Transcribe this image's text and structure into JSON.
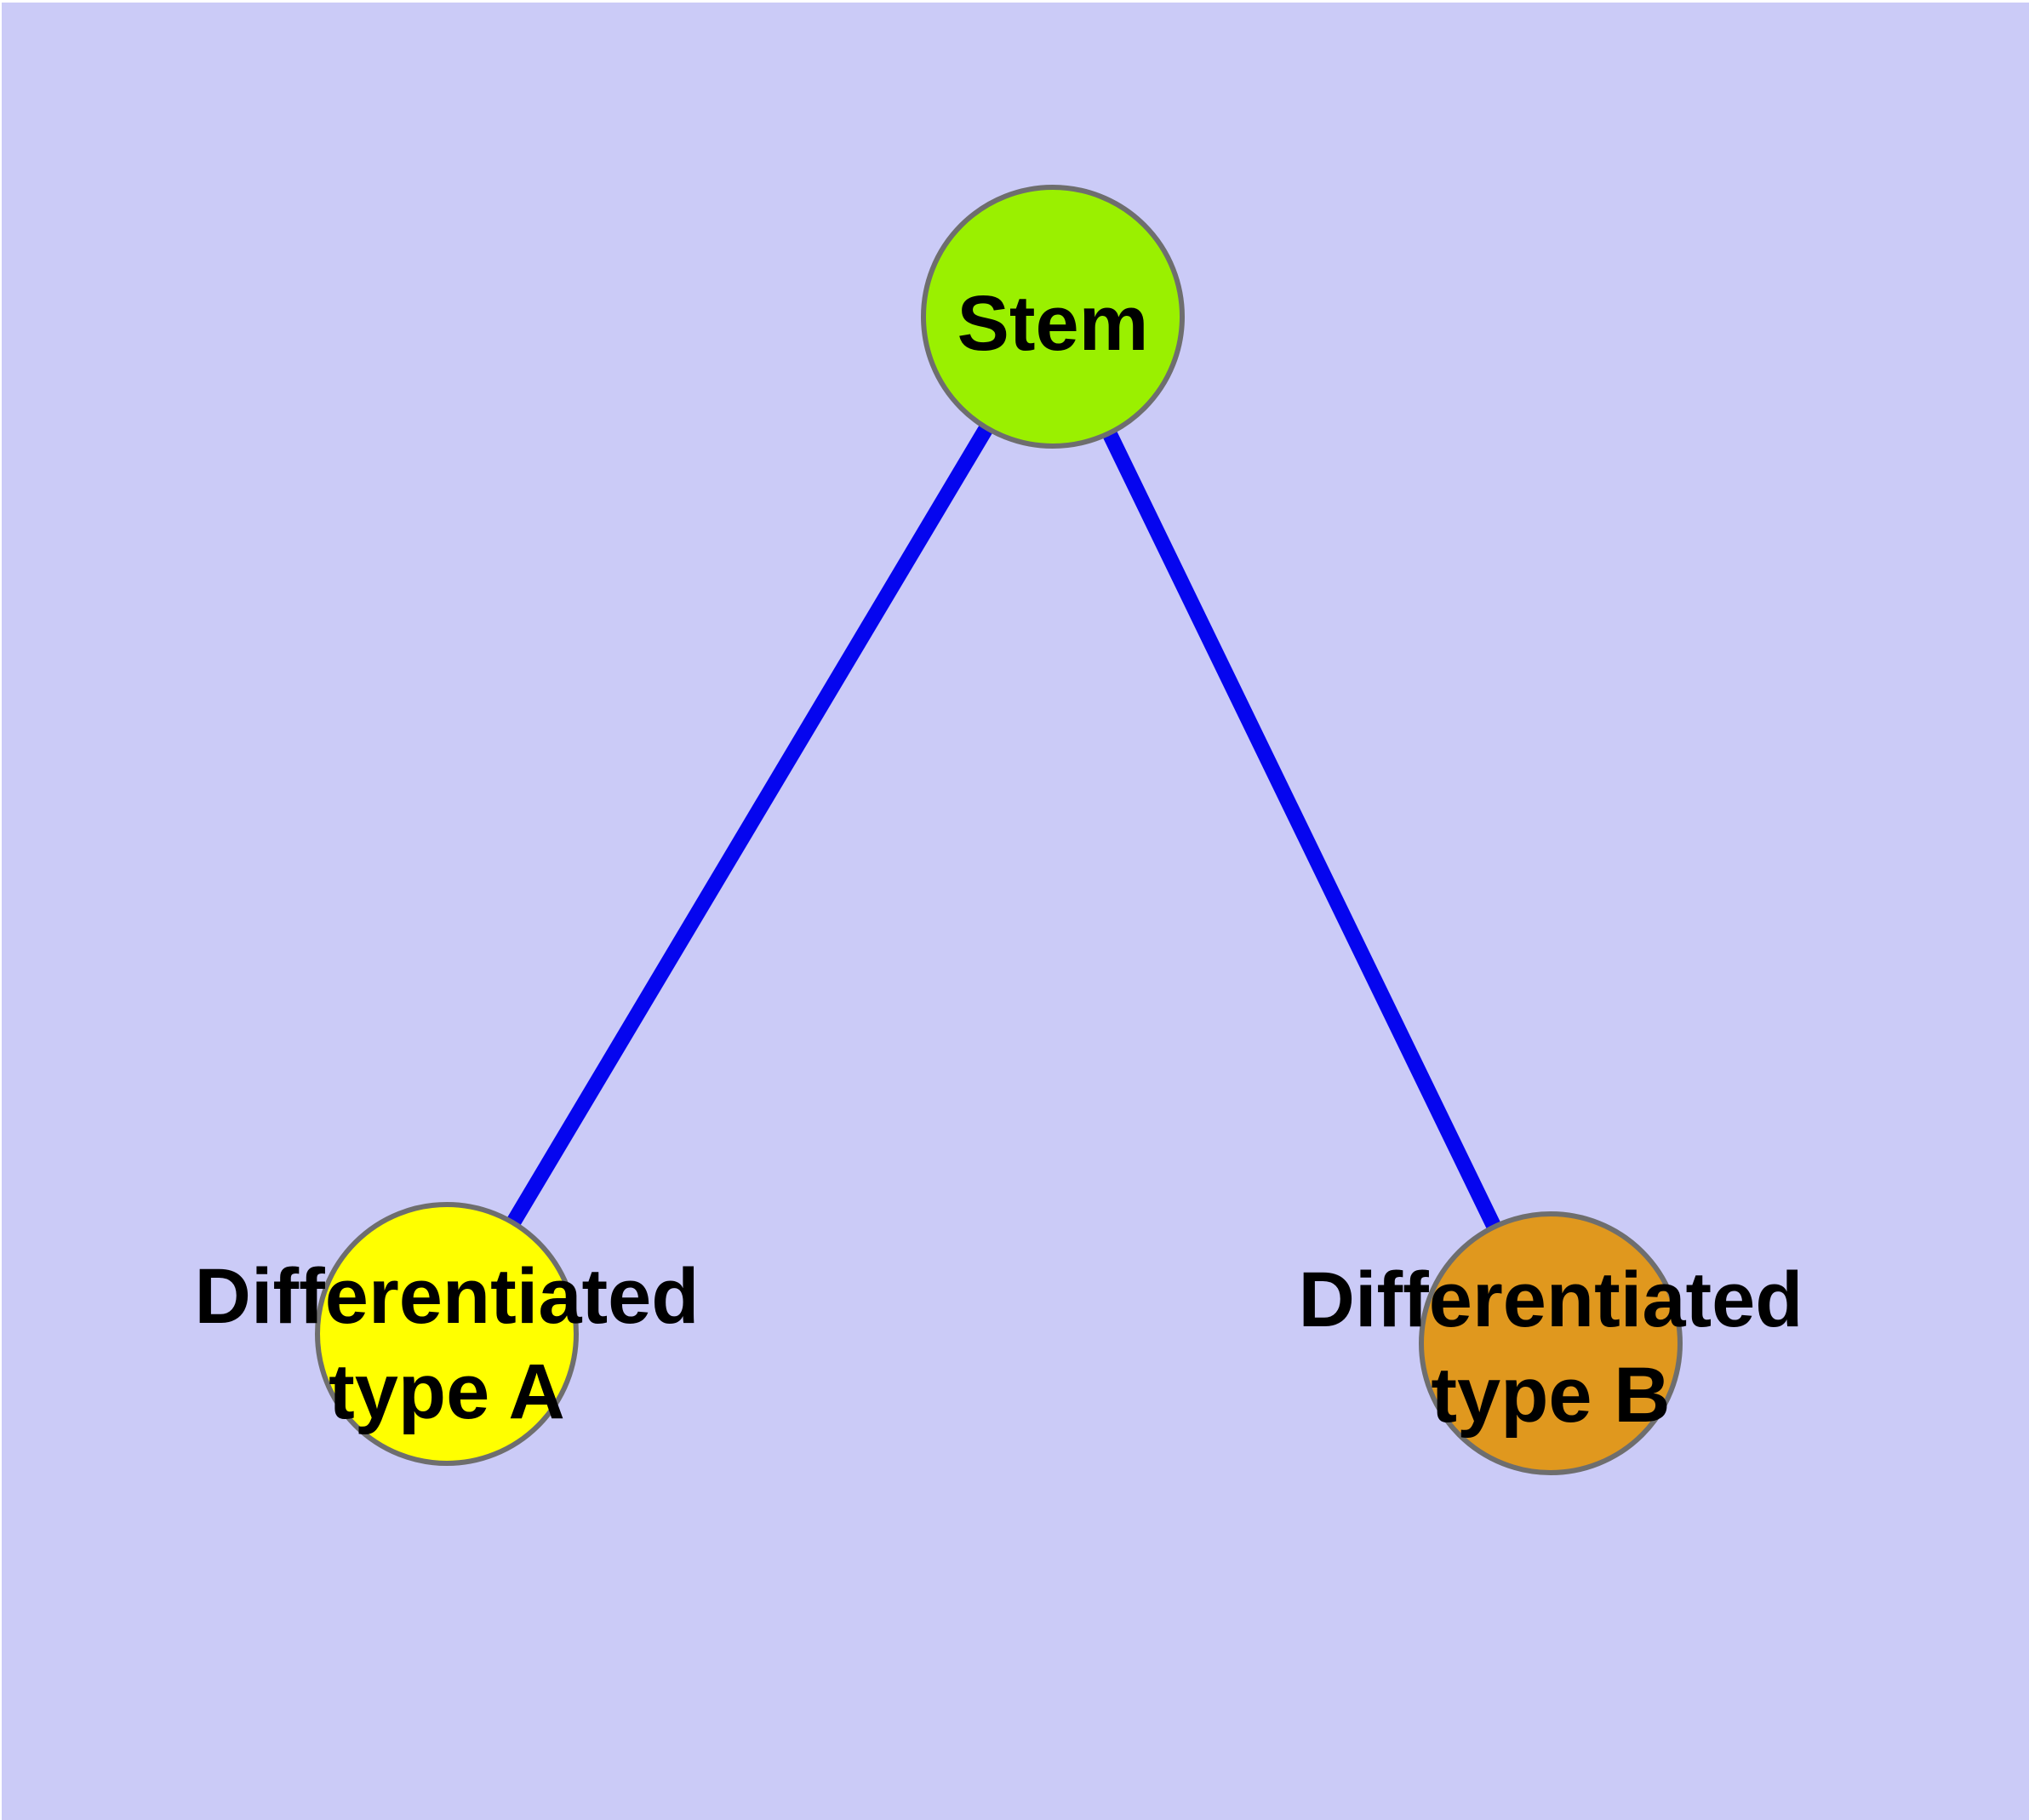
{
  "diagram": {
    "background_color": "#CBCBF7",
    "edge_color": "#0505EF",
    "node_border_color": "#6E6E6E",
    "label_color": "#000000",
    "nodes": [
      {
        "id": "stem",
        "label": "Stem",
        "label_line2": "",
        "fill": "#9AF000"
      },
      {
        "id": "diff-a",
        "label": "Differentiated",
        "label_line2": "type A",
        "fill": "#FFFF00"
      },
      {
        "id": "diff-b",
        "label": "Differentiated",
        "label_line2": "type B",
        "fill": "#E0981E"
      }
    ],
    "edges": [
      {
        "from": "Stem",
        "to": "Differentiated type A"
      },
      {
        "from": "Stem",
        "to": "Differentiated type B"
      }
    ]
  }
}
